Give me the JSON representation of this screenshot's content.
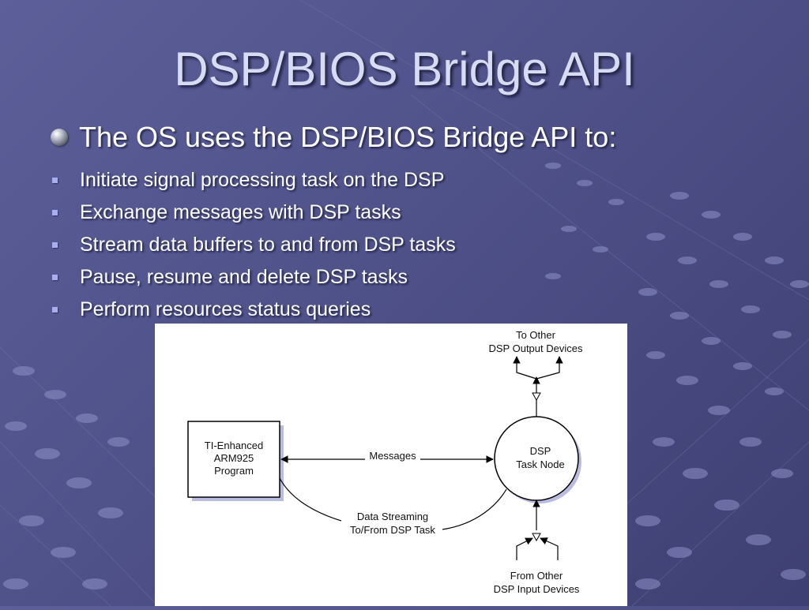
{
  "slide": {
    "title": "DSP/BIOS Bridge API",
    "main_bullet": "The OS uses the DSP/BIOS Bridge API to:",
    "sub_bullets": [
      "Initiate signal processing task on the DSP",
      "Exchange messages with DSP tasks",
      "Stream data buffers to and from DSP tasks",
      "Pause, resume and delete DSP tasks",
      "Perform resources status queries"
    ]
  },
  "diagram": {
    "arm_box": [
      "TI-Enhanced",
      "ARM925",
      "Program"
    ],
    "dsp_node": [
      "DSP",
      "Task Node"
    ],
    "messages_label": "Messages",
    "streaming_label": [
      "Data Streaming",
      "To/From DSP Task"
    ],
    "output_label": [
      "To Other",
      "DSP Output Devices"
    ],
    "input_label": [
      "From Other",
      "DSP Input Devices"
    ]
  },
  "colors": {
    "background": "#4f5189",
    "title": "#d8dcf2",
    "bullet_square": "#a9aef0"
  }
}
